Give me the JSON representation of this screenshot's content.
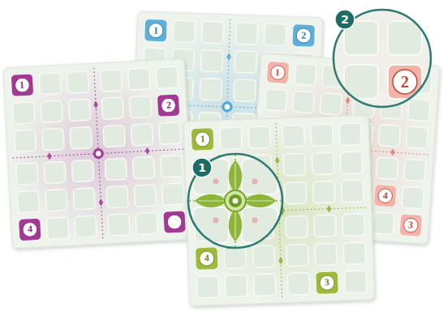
{
  "diagram": {
    "labels": [
      "2",
      "1",
      "2",
      "2",
      "1",
      "1",
      "2",
      "1",
      "1",
      "4",
      "4",
      "3",
      "4",
      "3"
    ]
  }
}
